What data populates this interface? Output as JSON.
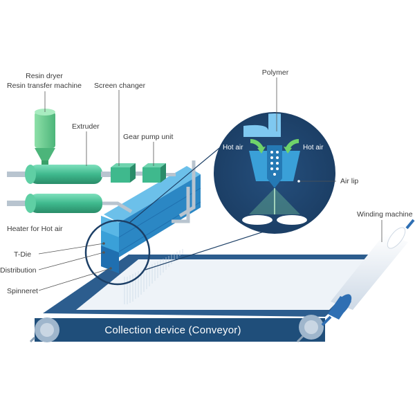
{
  "labels": {
    "resin_dryer": "Resin dryer",
    "resin_transfer": "Resin transfer machine",
    "screen_changer": "Screen changer",
    "extruder": "Extruder",
    "gear_pump": "Gear pump unit",
    "heater": "Heater for Hot air",
    "t_die": "T-Die",
    "distribution": "Distribution",
    "spinneret": "Spinneret",
    "polymer": "Polymer",
    "air_lip": "Air lip",
    "winding": "Winding machine",
    "conveyor": "Collection device (Conveyor)",
    "hot_air_left": "Hot air",
    "hot_air_right": "Hot air"
  },
  "colors": {
    "navy": "#1f4e7a",
    "belt": "#2f5f8f",
    "die_blue": "#3aa0d8",
    "die_dark": "#2579b4",
    "extruder_green": "#4fc39a",
    "extruder_dark": "#2f9d76",
    "hopper_green": "#6fcf8f",
    "web_white": "#eef3f8"
  }
}
